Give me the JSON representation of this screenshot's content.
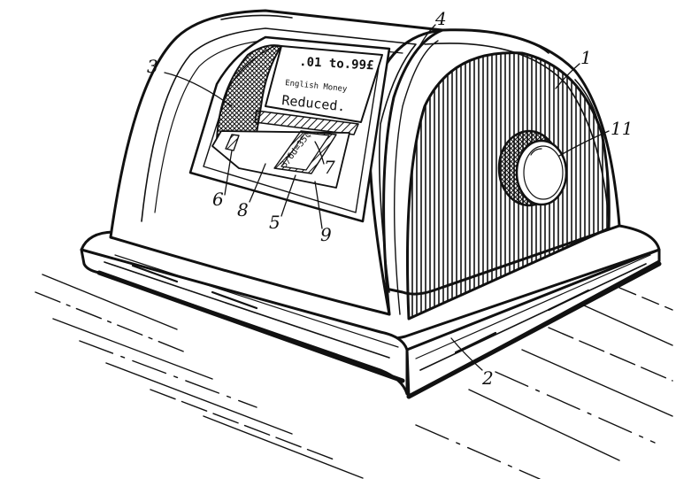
{
  "window": {
    "range_text": ".01 to.99£",
    "subtitle": "English Money",
    "label": "Reduced.",
    "sample_value": "3/6d=35¢"
  },
  "reference_numerals": {
    "n1": "1",
    "n2": "2",
    "n3": "3",
    "n4": "4",
    "n5": "5",
    "n6": "6",
    "n7": "7",
    "n8": "8",
    "n9": "9",
    "n11": "11"
  }
}
